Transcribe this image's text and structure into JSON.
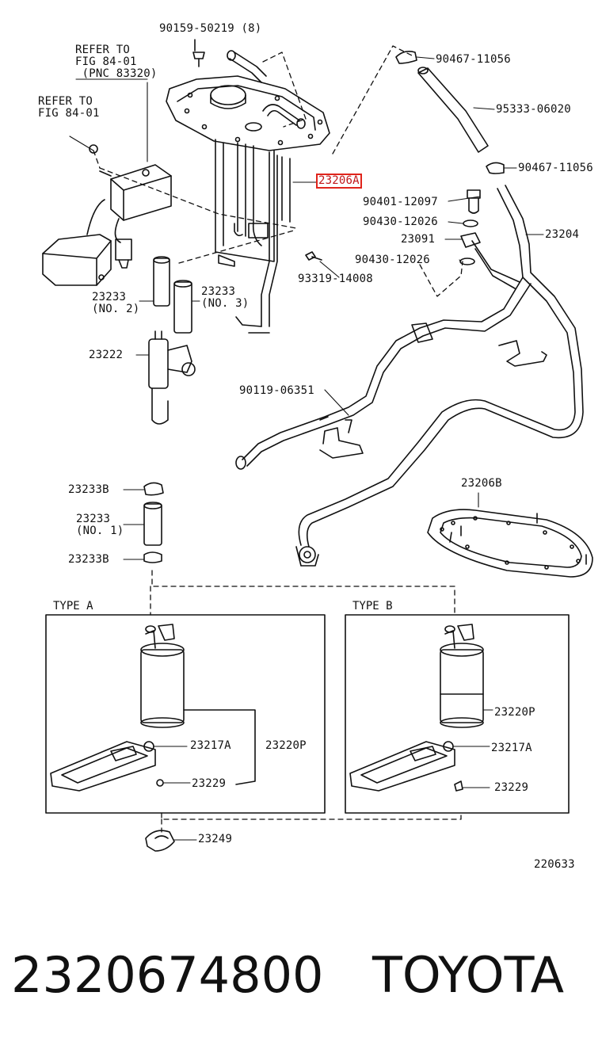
{
  "part_number": "2320674800",
  "brand": "TOYOTA",
  "figure_number": "220633",
  "highlight_color": "#e0241b",
  "callouts": {
    "c1": "90159-50219 (8)",
    "c2": "REFER TO\nFIG 84-01\n (PNC 83320)",
    "c3": "REFER TO\nFIG 84-01",
    "c4": "90467-11056",
    "c5": "95333-06020",
    "c6": "90467-11056",
    "c7": "23206A",
    "c8": "90401-12097",
    "c9": "90430-12026",
    "c10": "23091",
    "c11": "23204",
    "c12": "90430-12026",
    "c13": "93319-14008",
    "c14": "23233\n(NO. 2)",
    "c15": "23233\n(NO. 3)",
    "c16": "23222",
    "c17": "90119-06351",
    "c18": "23206B",
    "c19": "23233B",
    "c20": "23233\n(NO. 1)",
    "c21": "23233B",
    "c22": "23217A",
    "c23": "23220P",
    "c24": "23229",
    "c25": "23249",
    "c26": "23220P",
    "c27": "23217A",
    "c28": "23229"
  },
  "type_boxes": {
    "a": "TYPE A",
    "b": "TYPE B"
  }
}
